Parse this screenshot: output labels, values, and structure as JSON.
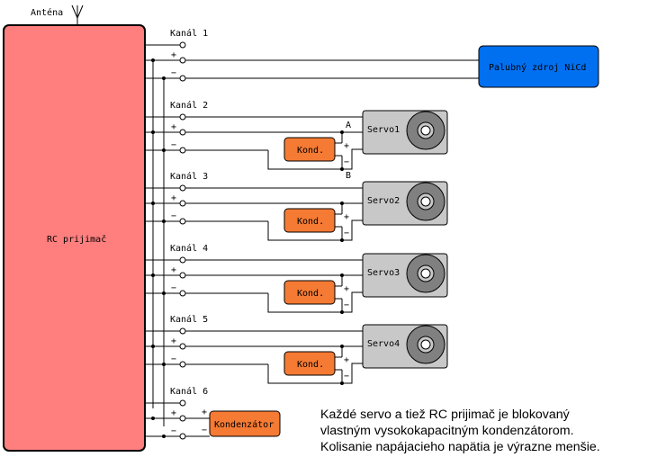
{
  "antenna_label": "Anténa",
  "receiver_label": "RC prijimač",
  "battery_label": "Palubný zdroj NiCd",
  "channels": [
    {
      "label": "Kanál 1"
    },
    {
      "label": "Kanál 2",
      "servo": "Servo1",
      "cap": "Kond."
    },
    {
      "label": "Kanál 3",
      "servo": "Servo2",
      "cap": "Kond."
    },
    {
      "label": "Kanál 4",
      "servo": "Servo3",
      "cap": "Kond."
    },
    {
      "label": "Kanál 5",
      "servo": "Servo4",
      "cap": "Kond."
    },
    {
      "label": "Kanál 6",
      "cap": "Kondenzátor"
    }
  ],
  "plus": "+",
  "minus": "−",
  "point_a": "A",
  "point_b": "B",
  "note": {
    "line1": "Každé servo a tiež RC prijimač je blokovaný",
    "line2": "vlastným vysokokapacitným kondenzátorom.",
    "line3": "Kolisanie napájacieho napätia je výrazne menšie."
  },
  "colors": {
    "receiver": "#ff7f7f",
    "battery": "#0070f0",
    "capacitor": "#f57a33",
    "servo": "#c8c8c8"
  }
}
